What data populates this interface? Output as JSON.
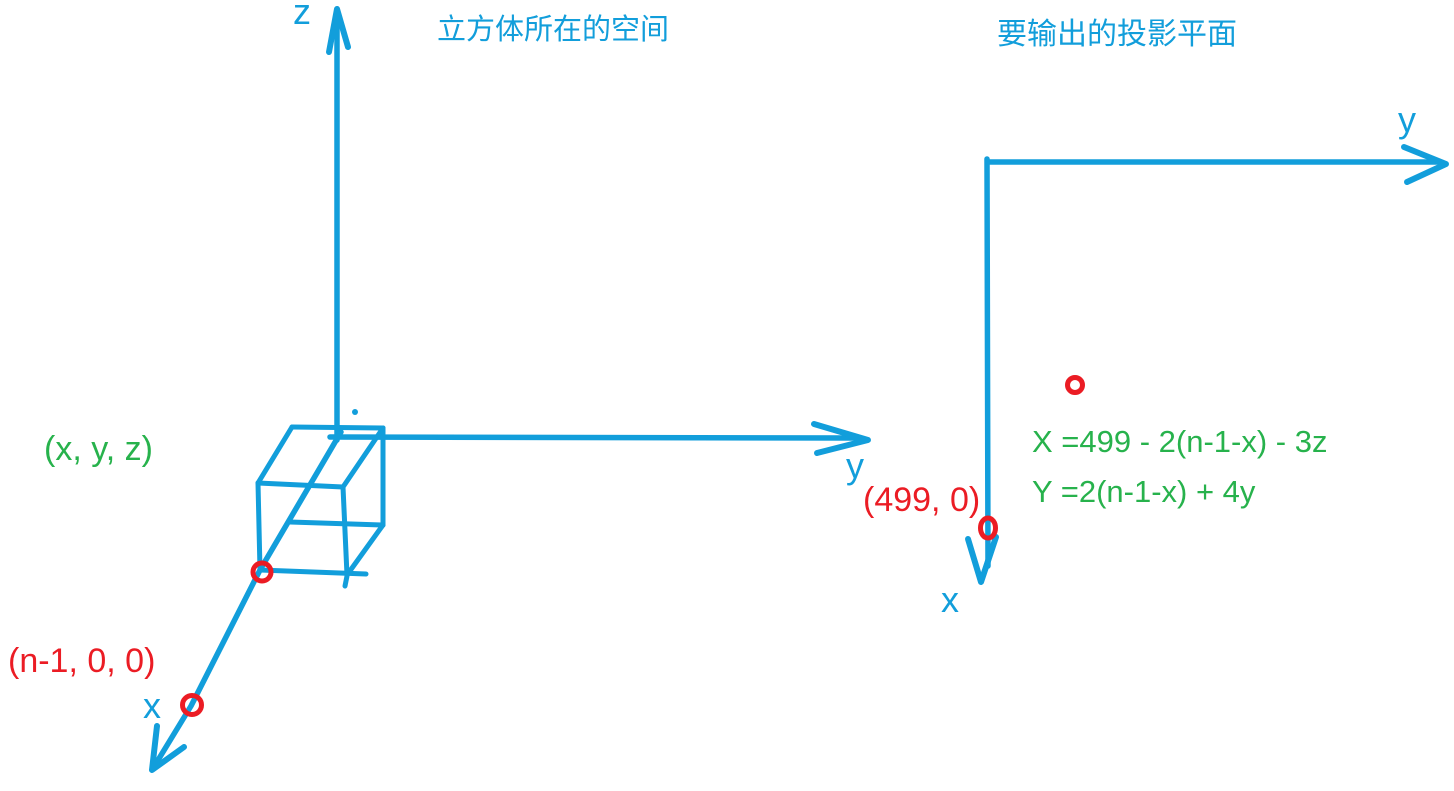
{
  "colors": {
    "ink_blue": "#129EDB",
    "ink_green": "#27B24C",
    "ink_red": "#EB1C24",
    "background": "#FFFFFF"
  },
  "left_space": {
    "title": "立方体所在的空间",
    "z_axis_label": "z",
    "y_axis_label": "y",
    "x_axis_label": "x",
    "cube_point_label": "(x, y, z)",
    "x_axis_point_label": "(n-1, 0, 0)"
  },
  "projection_plane": {
    "title": "要输出的投影平面",
    "y_axis_label": "y",
    "x_axis_label": "x",
    "origin_point_label": "(499, 0)",
    "formula_x": "X =499 - 2(n-1-x) - 3z",
    "formula_y": "Y =2(n-1-x) + 4y"
  }
}
